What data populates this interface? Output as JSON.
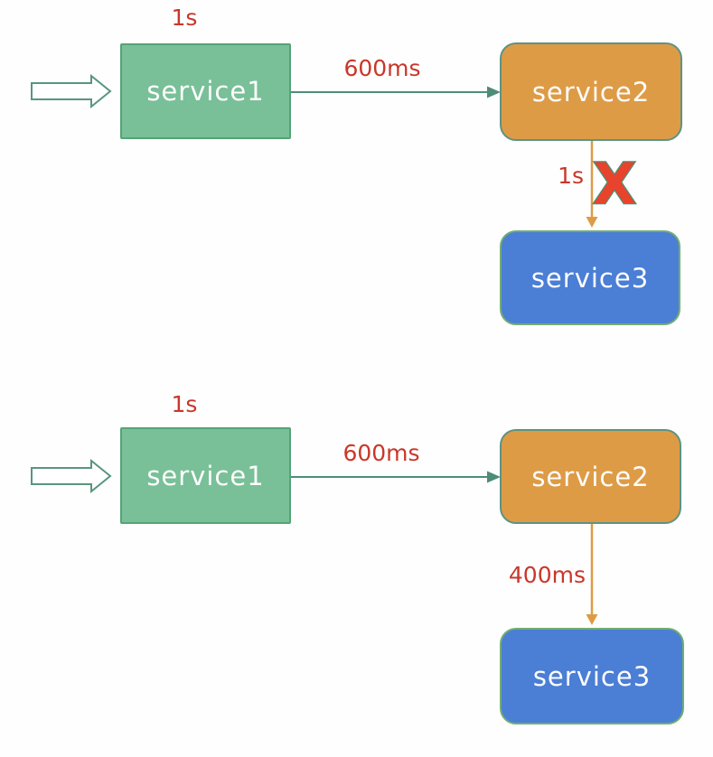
{
  "diagrams": [
    {
      "id": "timeout-exceeded",
      "service1_timeout": "1s",
      "service1_label": "service1",
      "call_1_2_label": "600ms",
      "service2_label": "service2",
      "call_2_3_label": "1s",
      "call_2_3_status": "failed",
      "service3_label": "service3"
    },
    {
      "id": "timeout-ok",
      "service1_timeout": "1s",
      "service1_label": "service1",
      "call_1_2_label": "600ms",
      "service2_label": "service2",
      "call_2_3_label": "400ms",
      "call_2_3_status": "ok",
      "service3_label": "service3"
    }
  ],
  "icons": {
    "entry_arrow": "hollow-right-arrow",
    "x_mark": "X"
  },
  "colors": {
    "service1_fill": "#79c098",
    "service1_border": "#55a377",
    "service2_fill": "#de9b46",
    "service2_border": "#5c9383",
    "service3_fill": "#4b7ed5",
    "service3_border": "#71ad74",
    "call_arrow_teal": "#4e8c79",
    "call_arrow_orange": "#de9b45",
    "timing_label_red": "#c9372a",
    "x_mark_fill": "#e8432c",
    "x_mark_stroke": "#4c8f77",
    "node_text": "#fdfdfd",
    "background": "#fefefe"
  }
}
